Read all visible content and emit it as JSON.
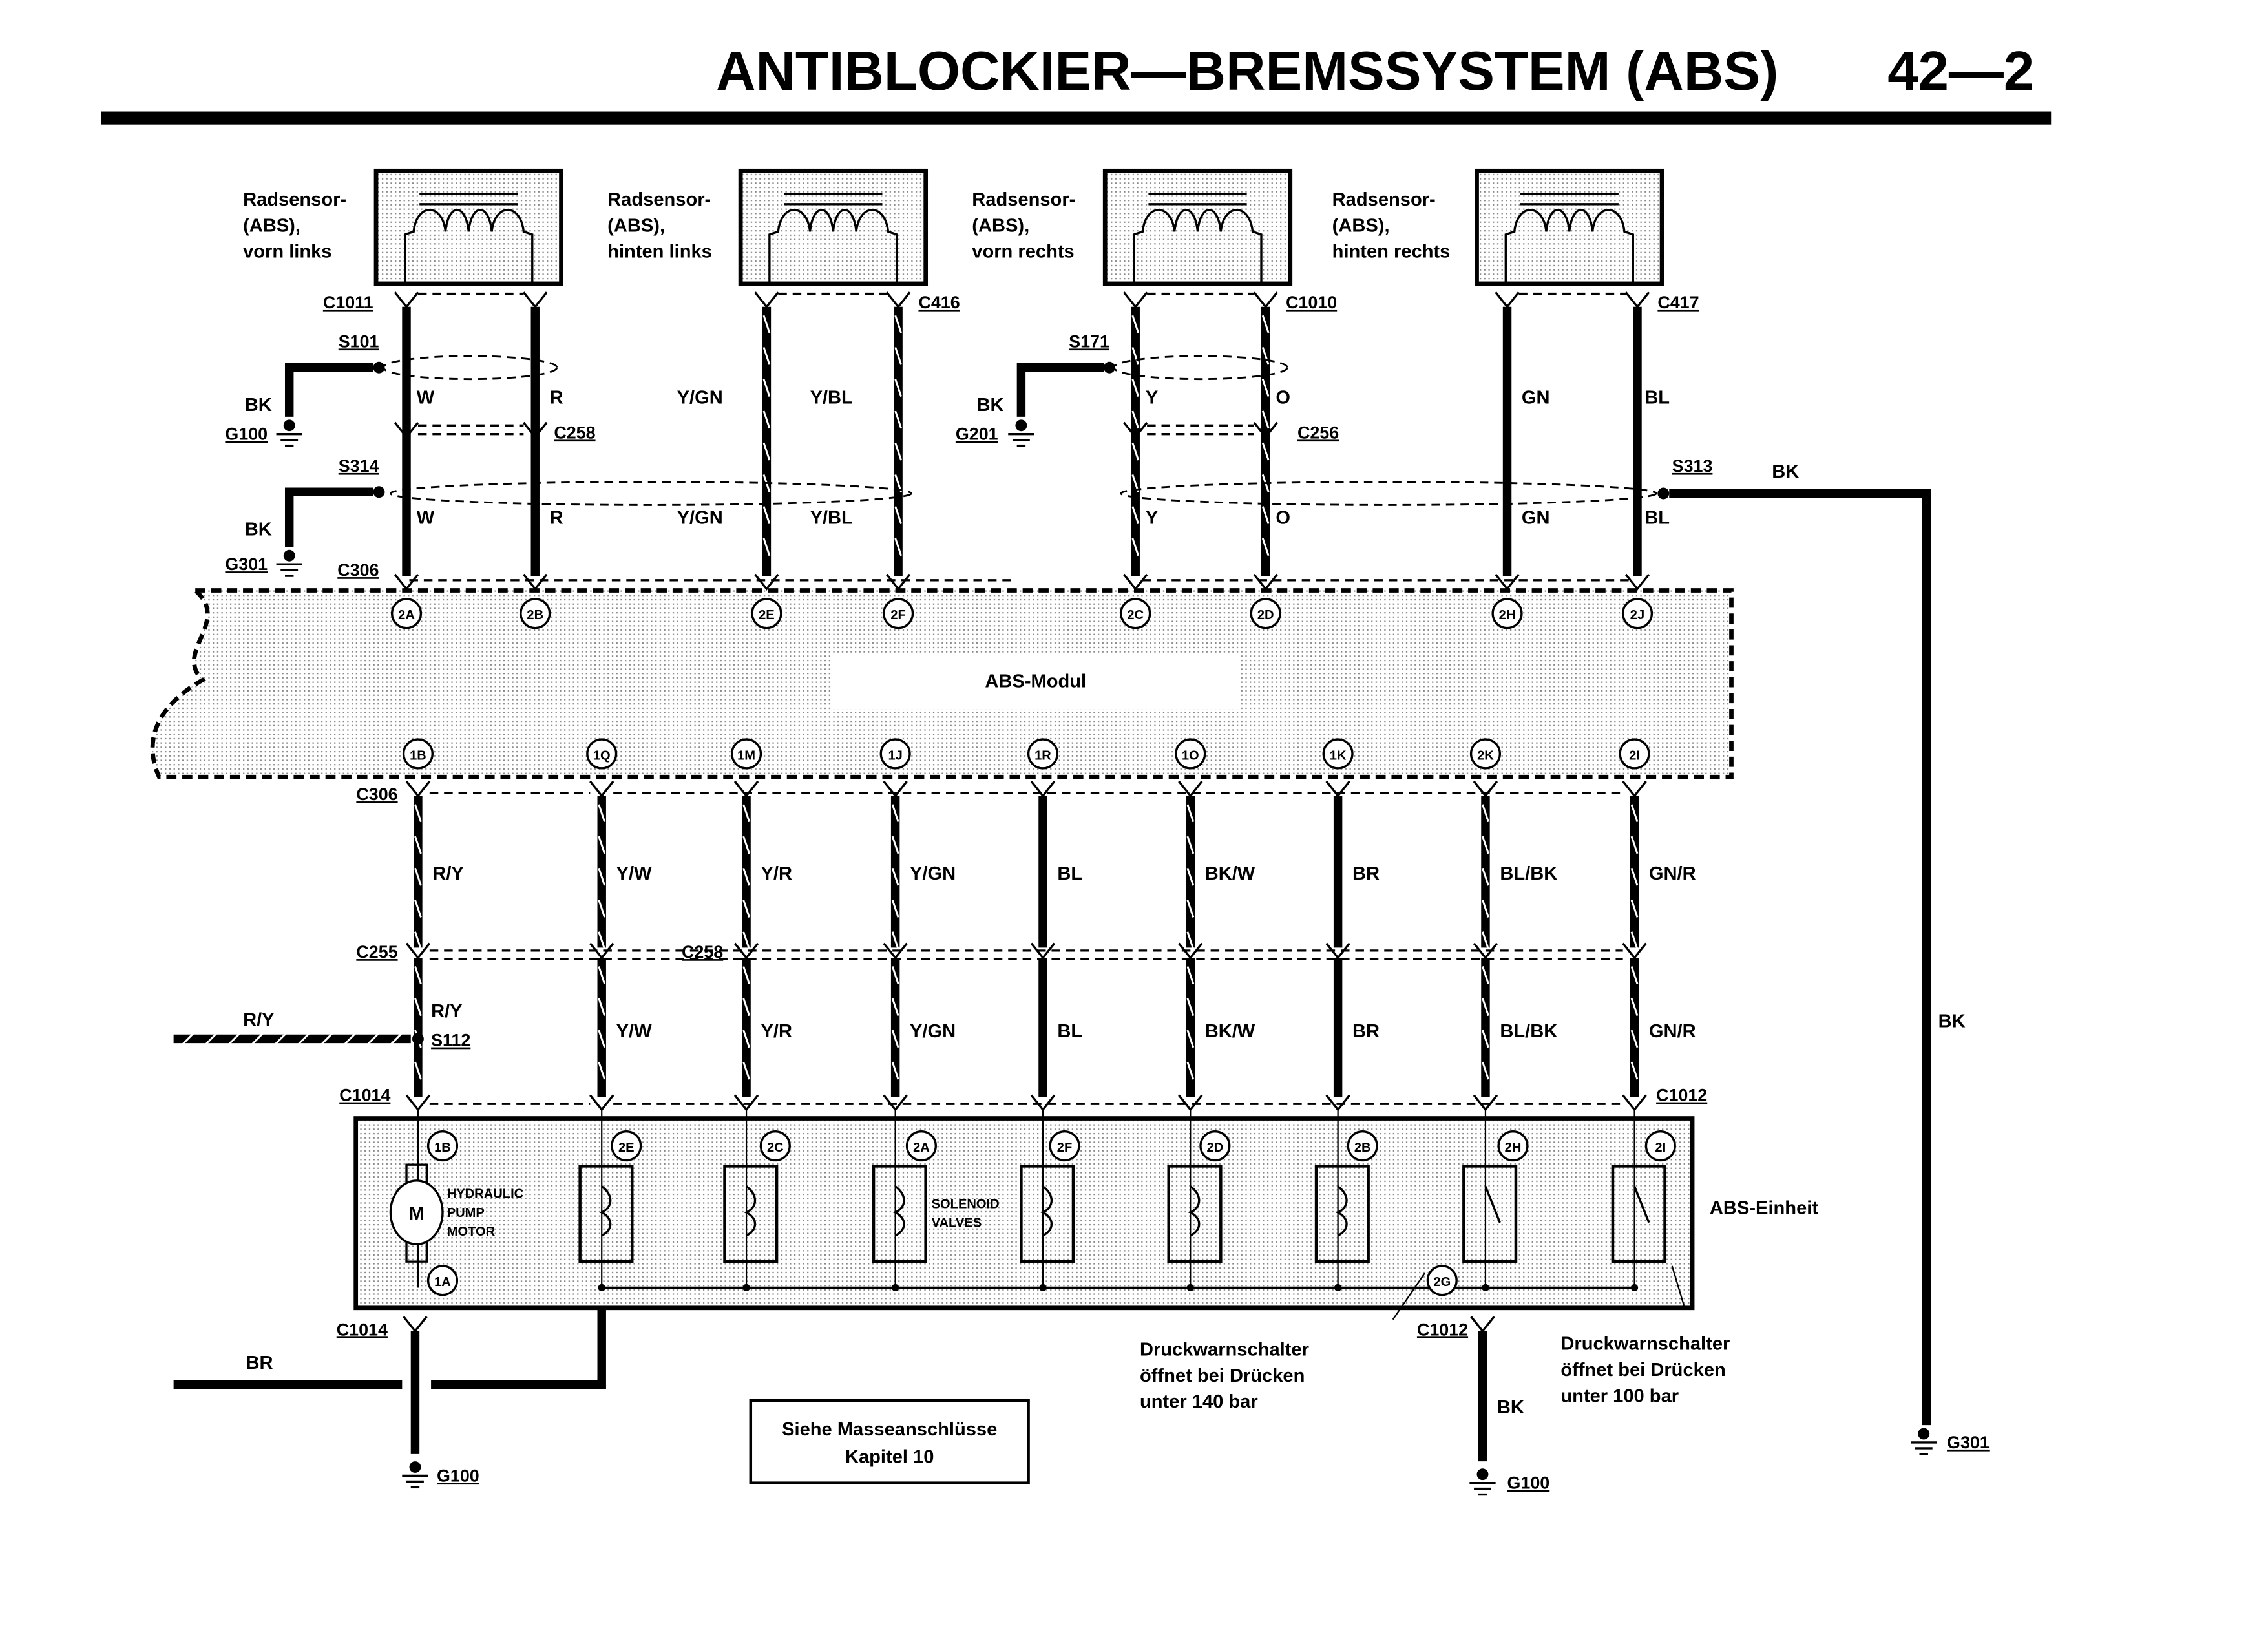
{
  "header": {
    "title": "ANTIBLOCKIER—BREMSSYSTEM (ABS)",
    "page": "42—2"
  },
  "sensors": [
    {
      "label": [
        "Radsensor-",
        "(ABS),",
        "vorn links"
      ],
      "connector": "C1011",
      "wires": [
        "W",
        "R"
      ],
      "pins": [
        "2A",
        "2B"
      ]
    },
    {
      "label": [
        "Radsensor-",
        "(ABS),",
        "hinten links"
      ],
      "connector": "C416",
      "wires": [
        "Y/GN",
        "Y/BL"
      ],
      "pins": [
        "2E",
        "2F"
      ]
    },
    {
      "label": [
        "Radsensor-",
        "(ABS),",
        "vorn rechts"
      ],
      "connector": "C1010",
      "wires": [
        "Y",
        "O"
      ],
      "pins": [
        "2C",
        "2D"
      ]
    },
    {
      "label": [
        "Radsensor-",
        "(ABS),",
        "hinten rechts"
      ],
      "connector": "C417",
      "wires": [
        "GN",
        "BL"
      ],
      "pins": [
        "2H",
        "2J"
      ]
    }
  ],
  "splices": {
    "s101": "S101",
    "s171": "S171",
    "s314": "S314",
    "s313": "S313",
    "s112": "S112"
  },
  "grounds": {
    "g100": "G100",
    "g201": "G201",
    "g301": "G301",
    "g100b": "G100",
    "g100c": "G100",
    "g301b": "G301"
  },
  "connectors": {
    "c258a": "C258",
    "c256": "C256",
    "c306a": "C306",
    "c306b": "C306",
    "c255": "C255",
    "c258b": "C258",
    "c1014a": "C1014",
    "c1012a": "C1012",
    "c1014b": "C1014",
    "c1012b": "C1012"
  },
  "bk": "BK",
  "module": {
    "label": "ABS-Modul"
  },
  "lower_wires": [
    {
      "pin": "1B",
      "color": "R/Y",
      "unit_pin": "1B"
    },
    {
      "pin": "1Q",
      "color": "Y/W",
      "unit_pin": "2E"
    },
    {
      "pin": "1M",
      "color": "Y/R",
      "unit_pin": "2C"
    },
    {
      "pin": "1J",
      "color": "Y/GN",
      "unit_pin": "2A"
    },
    {
      "pin": "1R",
      "color": "BL",
      "unit_pin": "2F"
    },
    {
      "pin": "1O",
      "color": "BK/W",
      "unit_pin": "2D"
    },
    {
      "pin": "1K",
      "color": "BR",
      "unit_pin": "2B"
    },
    {
      "pin": "2K",
      "color": "BL/BK",
      "unit_pin": "2H"
    },
    {
      "pin": "2I",
      "color": "GN/R",
      "unit_pin": "2I"
    }
  ],
  "s112_wire": "R/Y",
  "unit": {
    "label": "ABS-Einheit",
    "motor_symbol": "M",
    "motor_label": [
      "HYDRAULIC",
      "PUMP",
      "MOTOR"
    ],
    "motor_pin_bottom": "1A",
    "solenoid_label": [
      "SOLENOID",
      "VALVES"
    ],
    "ground_pin": "2G"
  },
  "br_wire": "BR",
  "switch_note_left": [
    "Druckwarnschalter",
    "öffnet bei Drücken",
    "unter 140 bar"
  ],
  "switch_note_right": [
    "Druckwarnschalter",
    "öffnet bei Drücken",
    "unter 100 bar"
  ],
  "note_box": [
    "Siehe Masseanschlüsse",
    "Kapitel 10"
  ]
}
